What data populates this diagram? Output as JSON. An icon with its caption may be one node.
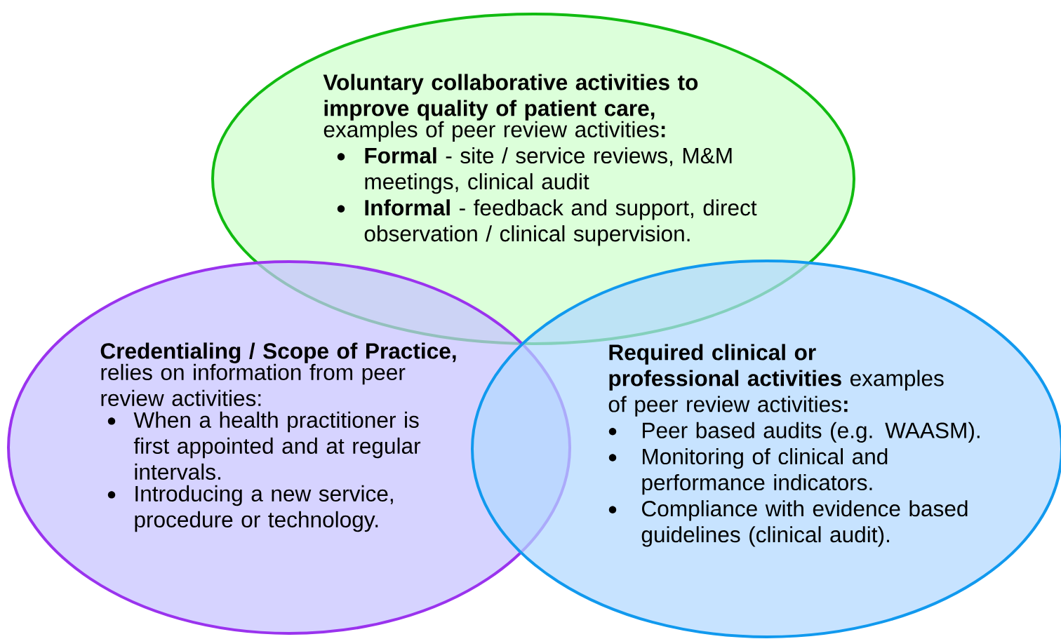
{
  "diagram": {
    "nodes": [
      {
        "text": [
          "Voluntary collaborative activities to improve quality of patient care,",
          "examples of peer review activities**:**",
          "**Formal** - site / service reviews, M&M meetings, clinical audit",
          "**Informal** - feedback and support, direct observation / clinical supervision."
        ]
      },
      {
        "text": [
          "Credentialing / Scope of Practice,",
          "relies on information from peer review activities:",
          "When a health practitioner is first appointed and at regular intervals.",
          "Introducing a new service, procedure  or technology."
        ]
      },
      {
        "text": [
          "**Required clinical or professional activities** examples of peer review activities**:**",
          "Peer based audits (e.g. WAASM).",
          "Monitoring of clinical and performance indicators.",
          "Compliance with evidence based guidelines (clinical audit)."
        ]
      }
    ]
  }
}
